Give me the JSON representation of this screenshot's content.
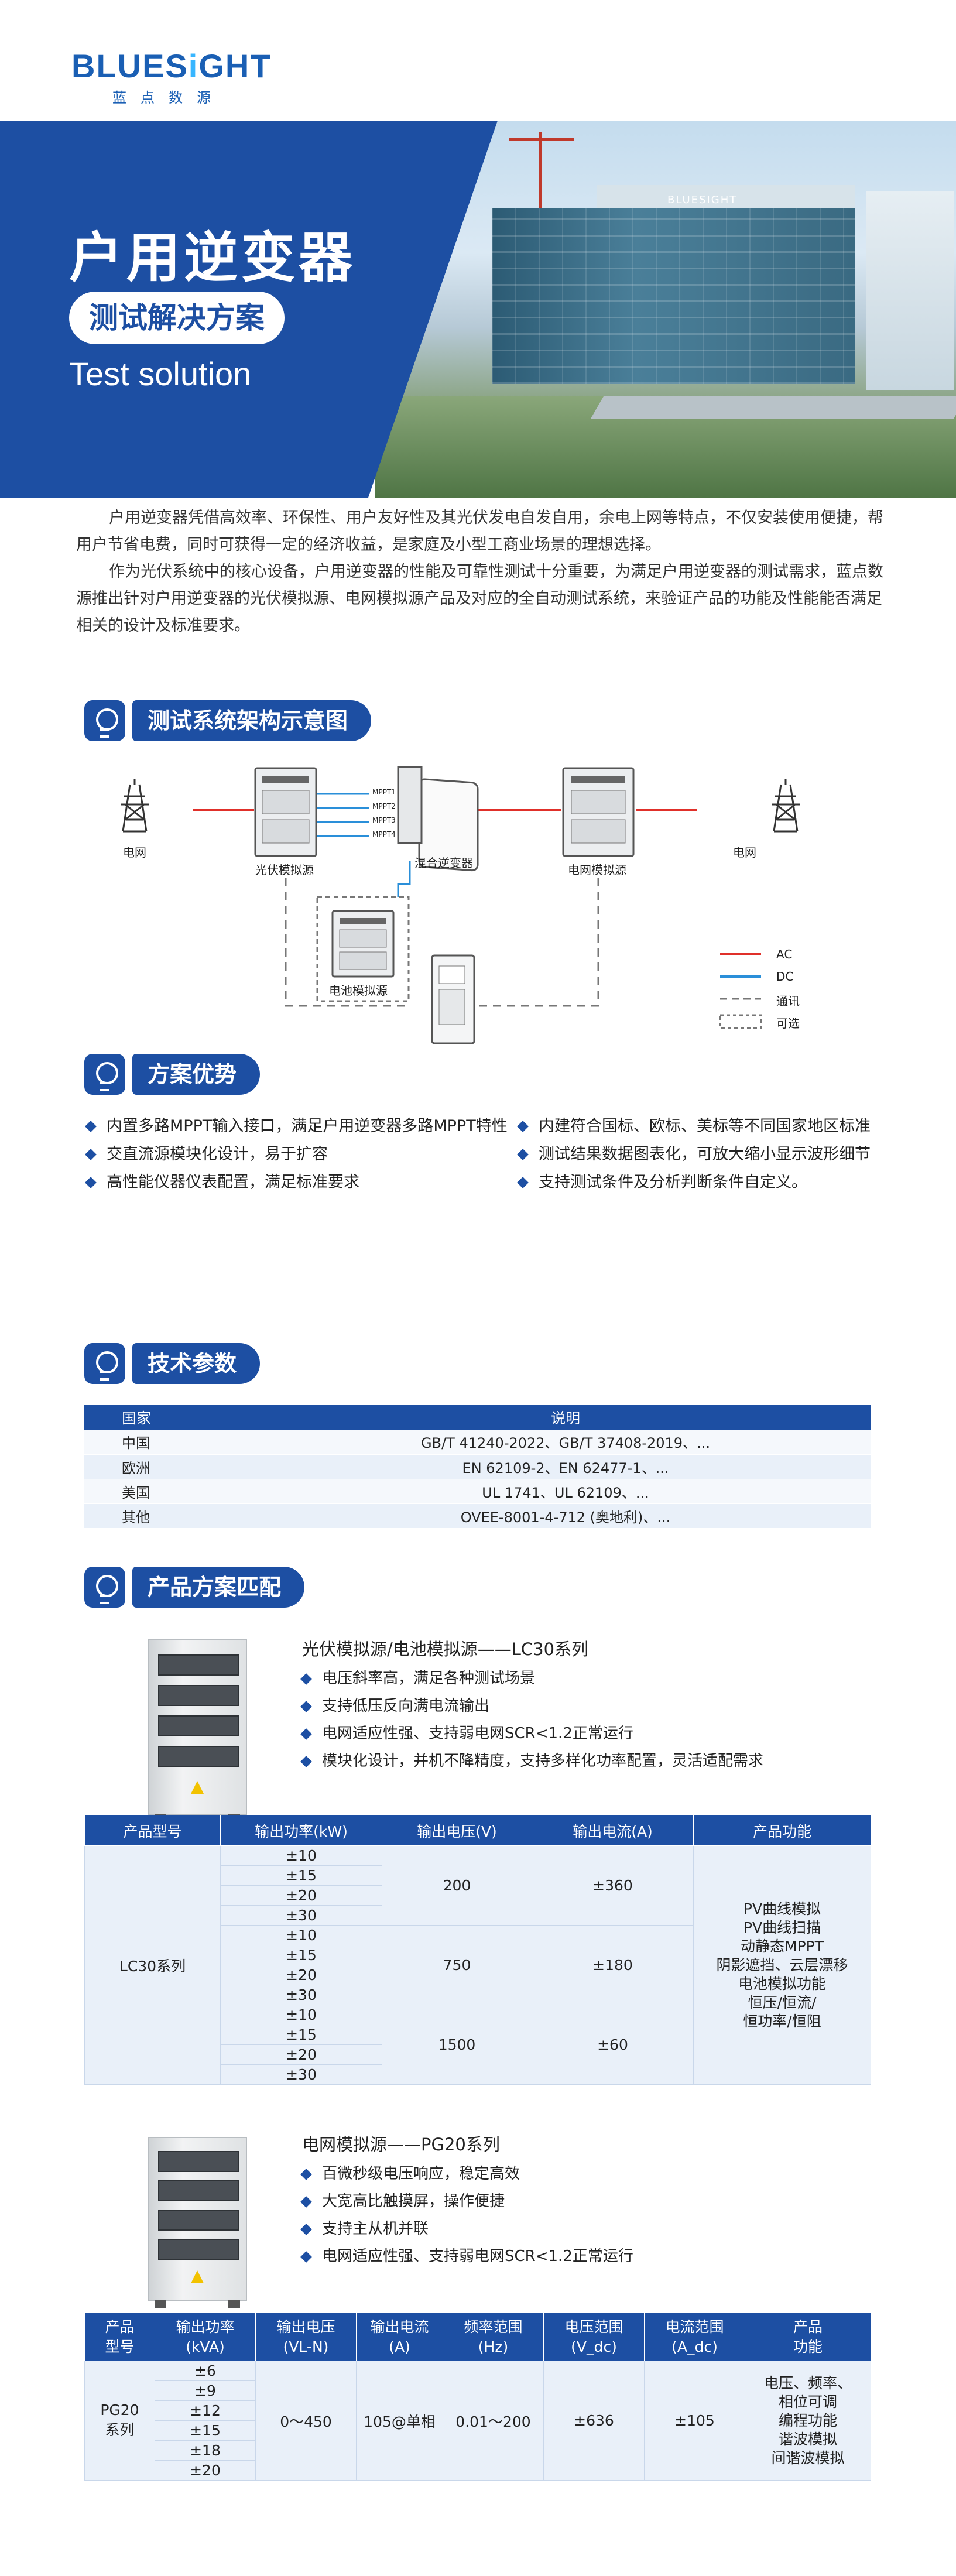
{
  "logo": {
    "en_prefix": "BLUES",
    "en_dot": "i",
    "en_suffix": "GHT",
    "cn": "蓝点数源"
  },
  "hero": {
    "title": "户用逆变器",
    "subtitle": "测试解决方案",
    "english": "Test solution",
    "building_sign": "BLUESIGHT"
  },
  "intro": {
    "p1": "户用逆变器凭借高效率、环保性、用户友好性及其光伏发电自发自用，余电上网等特点，不仅安装使用便捷，帮用户节省电费，同时可获得一定的经济收益，是家庭及小型工商业场景的理想选择。",
    "p2": "作为光伏系统中的核心设备，户用逆变器的性能及可靠性测试十分重要，为满足户用逆变器的测试需求，蓝点数源推出针对户用逆变器的光伏模拟源、电网模拟源产品及对应的全自动测试系统，来验证产品的功能及性能能否满足相关的设计及标准要求。"
  },
  "sections": {
    "architecture": "测试系统架构示意图",
    "advantages": "方案优势",
    "params": "技术参数",
    "products": "产品方案匹配"
  },
  "diagram": {
    "grid_left": "电网",
    "pv_sim": "光伏模拟源",
    "inverter": "混合逆变器",
    "grid_sim": "电网模拟源",
    "grid_right": "电网",
    "battery_sim": "电池模拟源",
    "mppt": [
      "MPPT1",
      "MPPT2",
      "MPPT3",
      "MPPT4"
    ],
    "legend": [
      {
        "label": "AC",
        "color": "#e0302a"
      },
      {
        "label": "DC",
        "color": "#2a8fd9"
      },
      {
        "label": "通讯",
        "color": "#777777"
      },
      {
        "label": "可选",
        "color": "#777777"
      }
    ]
  },
  "advantages": {
    "left": [
      "内置多路MPPT输入接口，满足户用逆变器多路MPPT特性",
      "交直流源模块化设计，易于扩容",
      "高性能仪器仪表配置，满足标准要求"
    ],
    "right": [
      "内建符合国标、欧标、美标等不同国家地区标准",
      "测试结果数据图表化，可放大缩小显示波形细节",
      "支持测试条件及分析判断条件自定义。"
    ]
  },
  "params": {
    "headers": [
      "国家",
      "说明"
    ],
    "rows": [
      [
        "中国",
        "GB/T 41240-2022、GB/T 37408-2019、..."
      ],
      [
        "欧洲",
        "EN 62109-2、EN 62477-1、..."
      ],
      [
        "美国",
        "UL 1741、UL 62109、..."
      ],
      [
        "其他",
        "OVEE-8001-4-712 (奥地利)、..."
      ]
    ]
  },
  "lc30": {
    "title": "光伏模拟源/电池模拟源——LC30系列",
    "features": [
      "电压斜率高，满足各种测试场景",
      "支持低压反向满电流输出",
      "电网适应性强、支持弱电网SCR<1.2正常运行",
      "模块化设计，并机不降精度，支持多样化功率配置，灵活适配需求"
    ],
    "headers": [
      "产品型号",
      "输出功率(kW)",
      "输出电压(V)",
      "输出电流(A)",
      "产品功能"
    ],
    "model": "LC30系列",
    "powers": [
      "±10",
      "±15",
      "±20",
      "±30"
    ],
    "groups": [
      {
        "voltage": "200",
        "current": "±360"
      },
      {
        "voltage": "750",
        "current": "±180"
      },
      {
        "voltage": "1500",
        "current": "±60"
      }
    ],
    "functions": [
      "PV曲线模拟",
      "PV曲线扫描",
      "动静态MPPT",
      "阴影遮挡、云层漂移",
      "电池模拟功能",
      "恒压/恒流/",
      "恒功率/恒阻"
    ]
  },
  "pg20": {
    "title": "电网模拟源——PG20系列",
    "features": [
      "百微秒级电压响应，稳定高效",
      "大宽高比触摸屏，操作便捷",
      "支持主从机并联",
      "电网适应性强、支持弱电网SCR<1.2正常运行"
    ],
    "headers": [
      [
        "产品",
        "型号"
      ],
      [
        "输出功率",
        "(kVA)"
      ],
      [
        "输出电压",
        "(VL-N)"
      ],
      [
        "输出电流",
        "(A)"
      ],
      [
        "频率范围",
        "(Hz)"
      ],
      [
        "电压范围",
        "(V_dc)"
      ],
      [
        "电流范围",
        "(A_dc)"
      ],
      [
        "产品",
        "功能"
      ]
    ],
    "model": [
      "PG20",
      "系列"
    ],
    "powers": [
      "±6",
      "±9",
      "±12",
      "±15",
      "±18",
      "±20"
    ],
    "voltage": "0～450",
    "current": "105@单相",
    "frequency": "0.01～200",
    "v_dc": "±636",
    "a_dc": "±105",
    "functions": [
      "电压、频率、",
      "相位可调",
      "编程功能",
      "谐波模拟",
      "间谐波模拟"
    ]
  },
  "colors": {
    "brand": "#1d4fa3",
    "table_row": "#e9f0f9",
    "ac": "#e0302a",
    "dc": "#2a8fd9"
  }
}
